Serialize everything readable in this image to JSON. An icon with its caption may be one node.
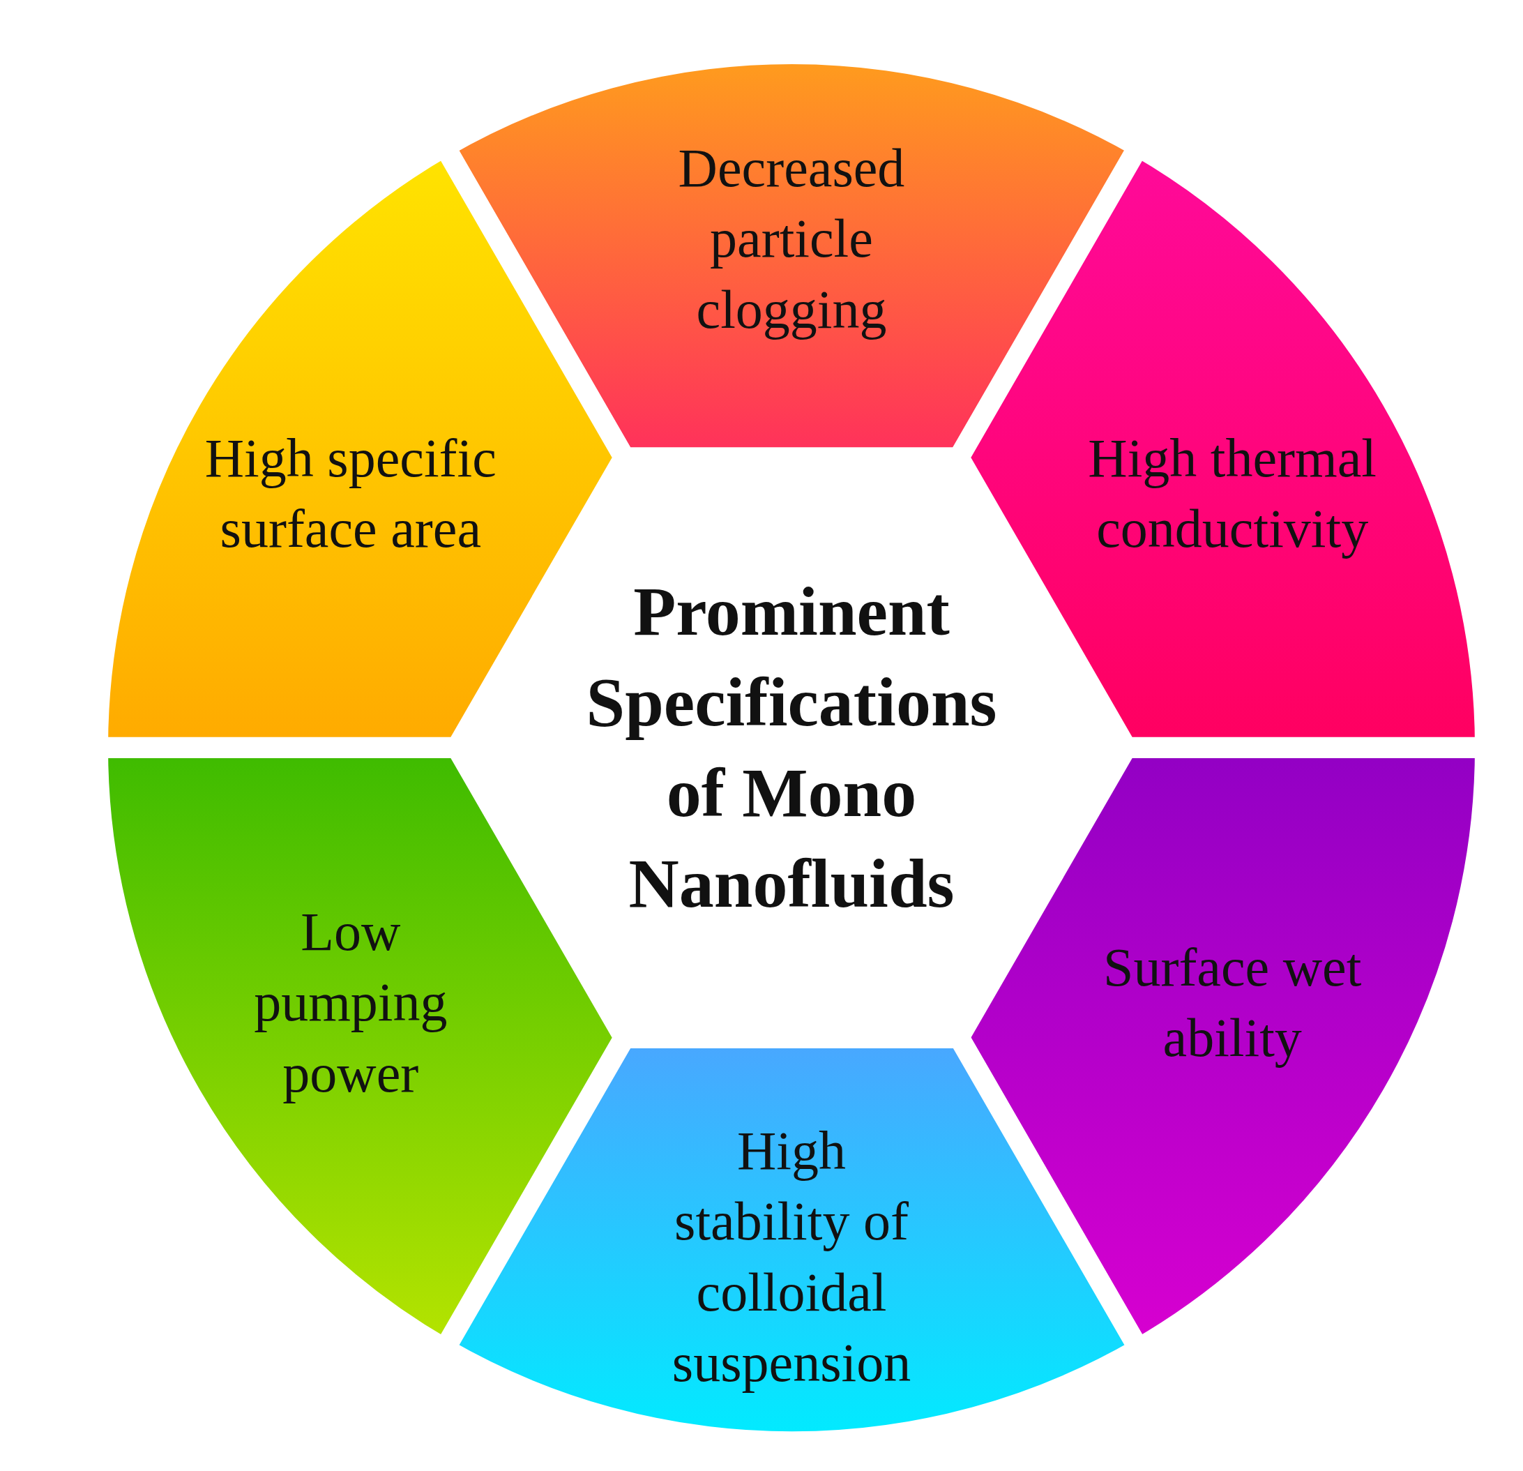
{
  "diagram": {
    "nodes": [
      {
        "text": [
          "Prominent Specifications of Mono Nanofluids"
        ]
      },
      {
        "text": [
          "Decreased particle clogging"
        ]
      },
      {
        "text": [
          "High thermal conductivity"
        ]
      },
      {
        "text": [
          "Surface wet ability"
        ]
      },
      {
        "text": [
          "High stability of colloidal suspension"
        ]
      },
      {
        "text": [
          "Low pumping power"
        ]
      },
      {
        "text": [
          "High specific surface area"
        ]
      }
    ]
  }
}
